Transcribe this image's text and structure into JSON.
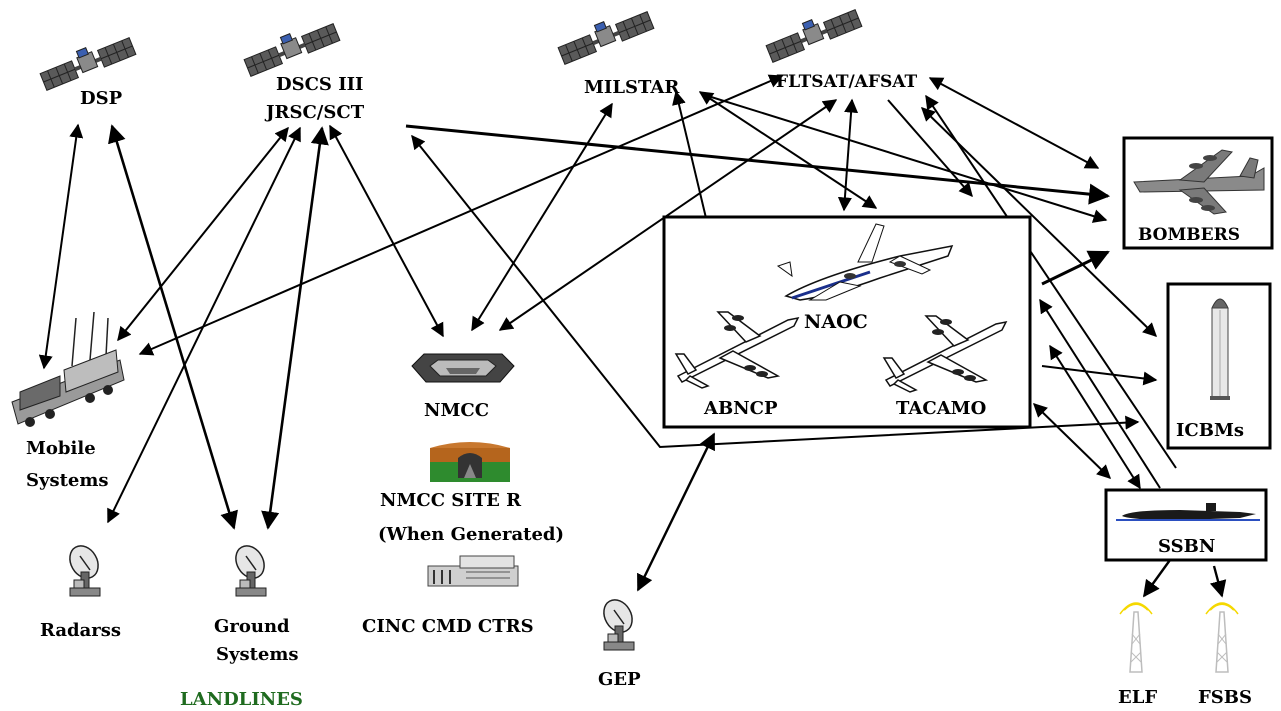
{
  "satellites": {
    "dsp": "DSP",
    "dscs_line1": "DSCS III",
    "dscs_line2": "JRSC/SCT",
    "milstar": "MILSTAR",
    "fltsat": "FLTSAT/AFSAT"
  },
  "nodes": {
    "bombers": "BOMBERS",
    "icbms": "ICBMs",
    "ssbn": "SSBN",
    "elf": "ELF",
    "fsbs": "FSBS",
    "naoc": "NAOC",
    "abncp": "ABNCP",
    "tacamo": "TACAMO",
    "nmcc": "NMCC",
    "site_r": "NMCC SITE R",
    "site_r_note": "(When Generated)",
    "cinc": "CINC CMD CTRS",
    "gep": "GEP",
    "mobile_line1": "Mobile",
    "mobile_line2": "Systems",
    "radars": "Radarss",
    "ground_line1": "Ground",
    "ground_line2": "Systems"
  },
  "landlines": "LANDLINES",
  "colors": {
    "ink": "#000000",
    "landlines": "#1f6b1f",
    "satellite_panel": "#5a5a5a",
    "satellite_body": "#8a8a8a",
    "plane_body": "#ffffff",
    "naoc_stripe": "#1a2f8c",
    "bunker_earth": "#b5651d",
    "bunker_grass": "#2e8b2e",
    "antenna": "#cccccc",
    "antenna_glow": "#f5d800"
  }
}
